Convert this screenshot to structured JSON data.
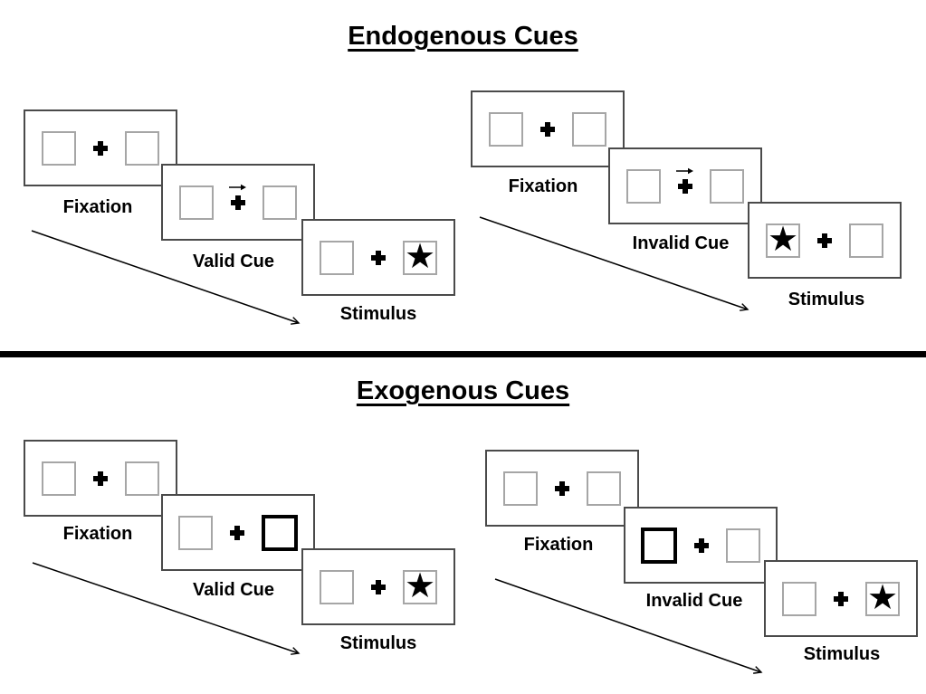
{
  "glyphs": {
    "star": "★"
  },
  "colors": {
    "ink": "#000000",
    "panel_border": "#4a4a4a",
    "placeholder_border": "#a6a6a6",
    "divider": "#000000",
    "background": "#ffffff"
  },
  "icons": {
    "fixation_cross": "heavy-plus-cross",
    "endogenous_cue": "small-right-arrow-above-cross",
    "exogenous_cue": "bold-outlined-peripheral-box",
    "timeline_arrow": "diagonal-arrow-down-right",
    "stimulus_target": "black-star-in-box"
  },
  "sections": [
    {
      "title": "Endogenous Cues",
      "sequences": [
        {
          "name": "valid",
          "fixation_label": "Fixation",
          "cue_label": "Valid Cue",
          "stimulus_label": "Stimulus",
          "cue": "central-arrow-right",
          "stimulus_star_side": "right"
        },
        {
          "name": "invalid",
          "fixation_label": "Fixation",
          "cue_label": "Invalid Cue",
          "stimulus_label": "Stimulus",
          "cue": "central-arrow-right",
          "stimulus_star_side": "left"
        }
      ]
    },
    {
      "title": "Exogenous Cues",
      "sequences": [
        {
          "name": "valid",
          "fixation_label": "Fixation",
          "cue_label": "Valid Cue",
          "stimulus_label": "Stimulus",
          "cue": "bold-box-right",
          "stimulus_star_side": "right"
        },
        {
          "name": "invalid",
          "fixation_label": "Fixation",
          "cue_label": "Invalid Cue",
          "stimulus_label": "Stimulus",
          "cue": "bold-box-left",
          "stimulus_star_side": "right"
        }
      ]
    }
  ]
}
